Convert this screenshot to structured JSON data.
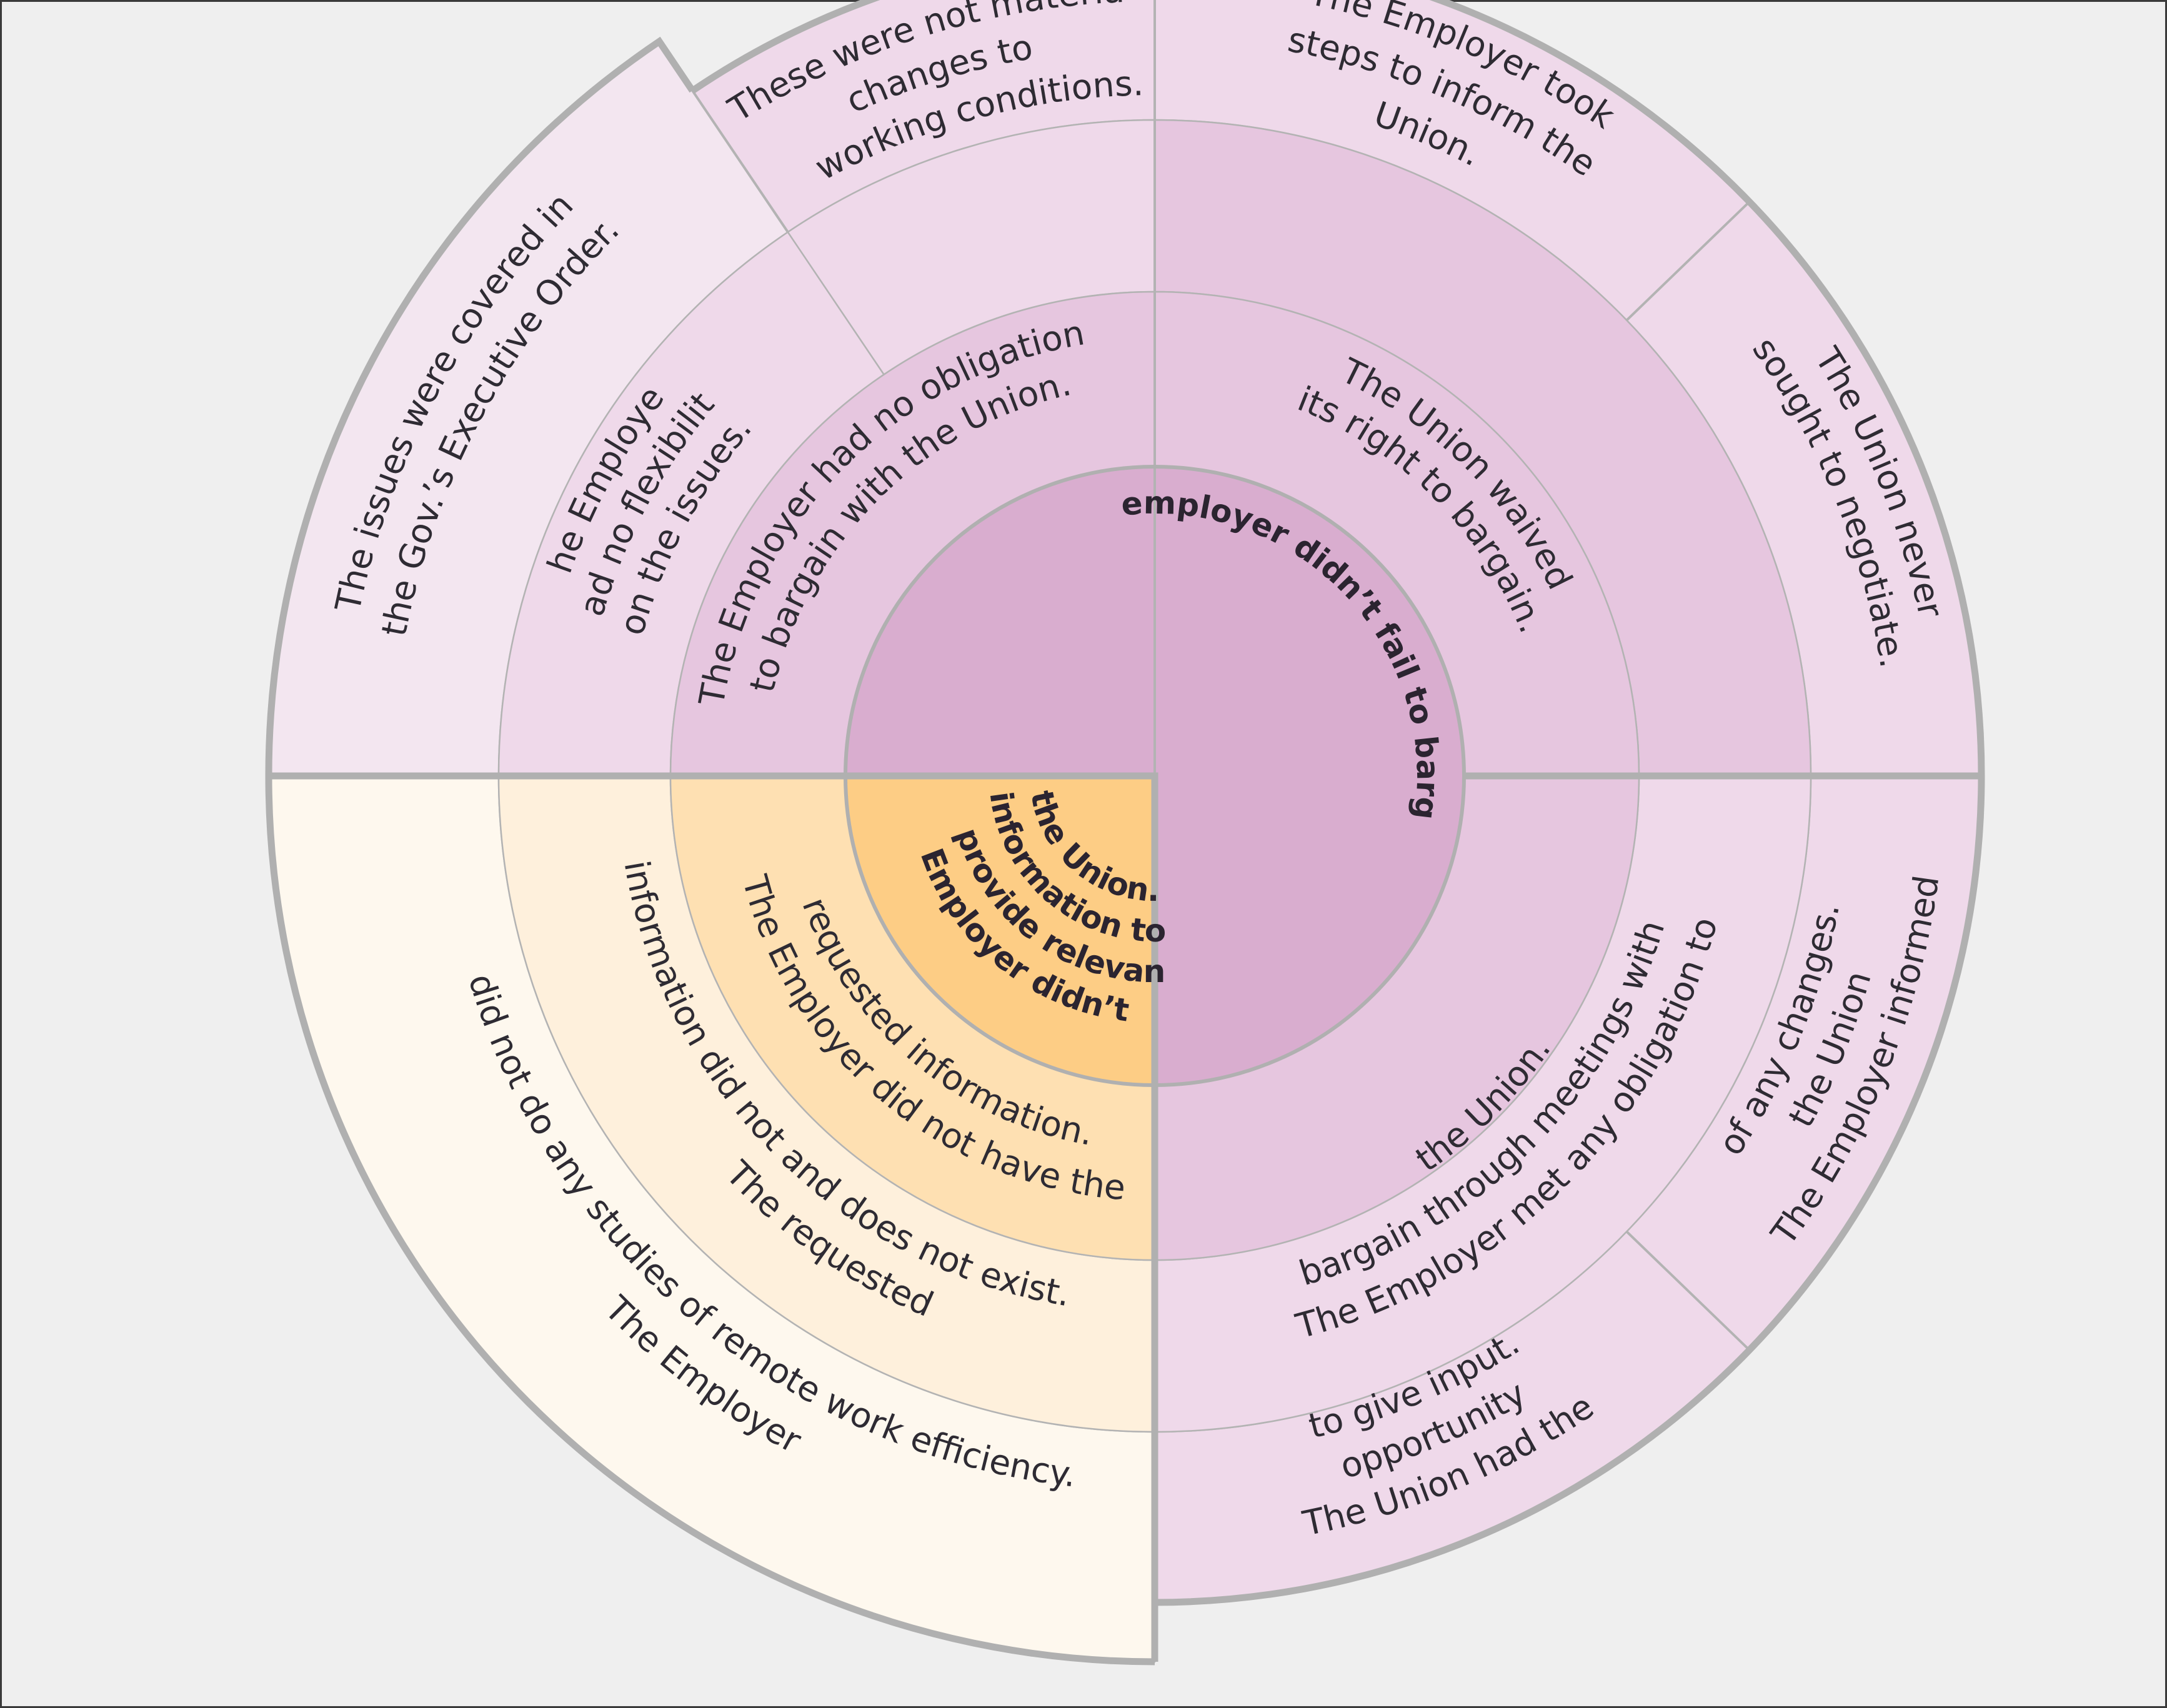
{
  "center_claim": "The employer didn’t fail to bargain.",
  "colors": {
    "background": "#efefef",
    "purple_center": "#d9adcf",
    "purple_ring1": "#e6c6df",
    "purple_ring2": "#efd9ea",
    "purple_ring3": "#f3e6f0",
    "orange_center": "#fdcd85",
    "orange_ring1": "#fee0b2",
    "orange_ring2": "#fef0dc",
    "orange_ring3": "#fef8ee",
    "outline": "#b0b0b0"
  },
  "branches": {
    "information": {
      "claim": [
        "The Employer didn’t fail",
        "to provide relevant",
        "information to",
        "the Union."
      ],
      "reason": [
        "The Employer did not have the",
        "requested information."
      ],
      "support": [
        "The requested",
        "information did not and does not exist."
      ],
      "evidence": [
        "The Employer",
        "did not do any studies of remote work efficiency."
      ]
    },
    "no_obligation": {
      "reason": [
        "The Employer had no obligation",
        "to bargain with the Union."
      ],
      "support_a": [
        "These were not material",
        "changes to",
        "working conditions."
      ],
      "support_b": [
        "The Employer",
        "had no flexibility",
        "on the issues."
      ],
      "evidence": [
        "The issues were covered in",
        "the Gov.’s Executive Order."
      ]
    },
    "waived": {
      "reason": [
        "The Union waived",
        "its right to bargain."
      ],
      "support_a": [
        "The Employer took",
        "steps to inform the",
        "Union."
      ],
      "support_b": [
        "The Union never",
        "sought to negotiate."
      ]
    },
    "met_obligation": {
      "reason": [
        "The Employer met any obligation to",
        "bargain through meetings  with",
        "the Union."
      ],
      "support_a": [
        "The Employer informed",
        "the Union",
        "of any changes."
      ],
      "support_b": [
        "The Union had the",
        "opportunity",
        "to give input."
      ]
    }
  }
}
